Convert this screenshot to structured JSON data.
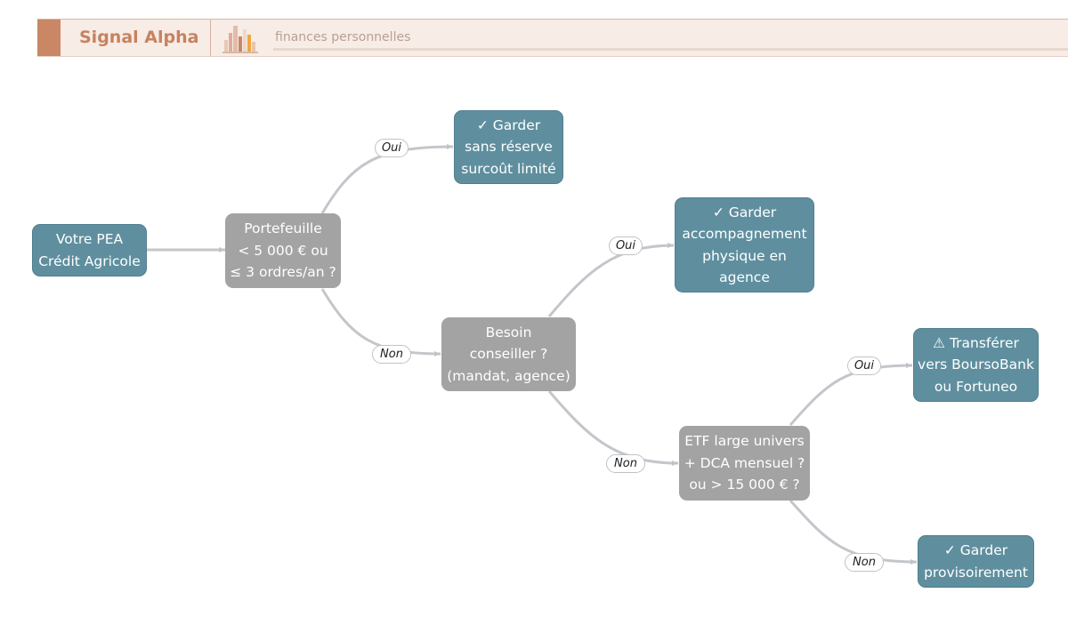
{
  "header": {
    "title": "Signal Alpha",
    "subtitle": "finances personnelles",
    "accent_color": "#c98765",
    "logo_icon": "bar-chart-logo-icon"
  },
  "diagram": {
    "nodes": {
      "start": {
        "lines": [
          "Votre PEA",
          "Crédit Agricole"
        ]
      },
      "q1": {
        "lines": [
          "Portefeuille",
          "< 5 000 € ou",
          "≤ 3 ordres/an ?"
        ]
      },
      "keep1": {
        "icon": "check-icon",
        "lines": [
          "✓ Garder",
          "sans réserve",
          "surcoût limité"
        ]
      },
      "q2": {
        "lines": [
          "Besoin",
          "conseiller ?",
          "(mandat, agence)"
        ]
      },
      "keep2": {
        "icon": "check-icon",
        "lines": [
          "✓ Garder",
          "accompagnement",
          "physique en",
          "agence"
        ]
      },
      "q3": {
        "lines": [
          "ETF large univers",
          "+ DCA mensuel ?",
          "ou > 15 000 € ?"
        ]
      },
      "transfer": {
        "icon": "warning-icon",
        "lines": [
          "⚠ Transférer",
          "vers BoursoBank",
          "ou Fortuneo"
        ]
      },
      "keep3": {
        "icon": "check-icon",
        "lines": [
          "✓ Garder",
          "provisoirement"
        ]
      }
    },
    "edge_labels": {
      "q1_yes": "Oui",
      "q1_no": "Non",
      "q2_yes": "Oui",
      "q2_no": "Non",
      "q3_yes": "Oui",
      "q3_no": "Non"
    },
    "colors": {
      "decision": "#a3a3a3",
      "outcome": "#5f8f9f",
      "edge": "#c3c6ca"
    }
  }
}
